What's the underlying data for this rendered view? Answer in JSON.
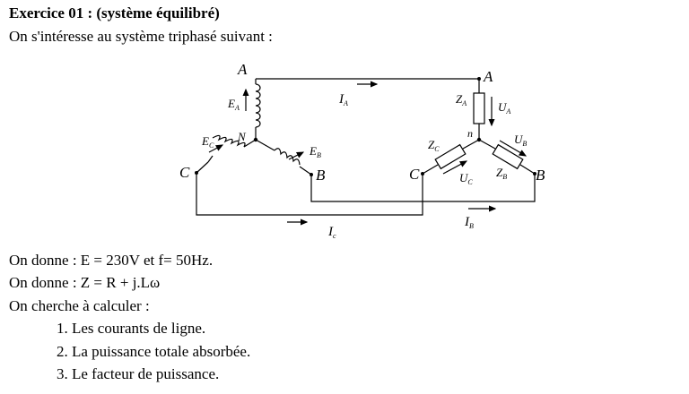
{
  "heading": "Exercice 01 : (système équilibré)",
  "intro": "On s'intéresse au système triphasé suivant :",
  "given": [
    "On donne : E = 230V et f= 50Hz.",
    "On donne : Z = R + j.Lω"
  ],
  "ask": "On cherche à calculer :",
  "tasks": [
    "1. Les courants de ligne.",
    "2. La puissance totale absorbée.",
    "3. Le facteur de puissance."
  ],
  "circuit": {
    "source_nodes": {
      "a": "A",
      "b": "B",
      "c": "C",
      "neutral": "N"
    },
    "load_nodes": {
      "a": "A",
      "b": "B",
      "c": "C",
      "neutral": "n"
    },
    "emf": {
      "a": "E",
      "a_sub": "A",
      "b": "E",
      "b_sub": "B",
      "c": "E",
      "c_sub": "C"
    },
    "currents": {
      "a": "I",
      "a_sub": "A",
      "b": "I",
      "b_sub": "B",
      "c": "I",
      "c_sub": "c"
    },
    "impedances": {
      "a": "Z",
      "a_sub": "A",
      "b": "Z",
      "b_sub": "B",
      "c": "Z",
      "c_sub": "C"
    },
    "voltages": {
      "a": "U",
      "a_sub": "A",
      "b": "U",
      "b_sub": "B",
      "c": "U",
      "c_sub": "C"
    }
  }
}
